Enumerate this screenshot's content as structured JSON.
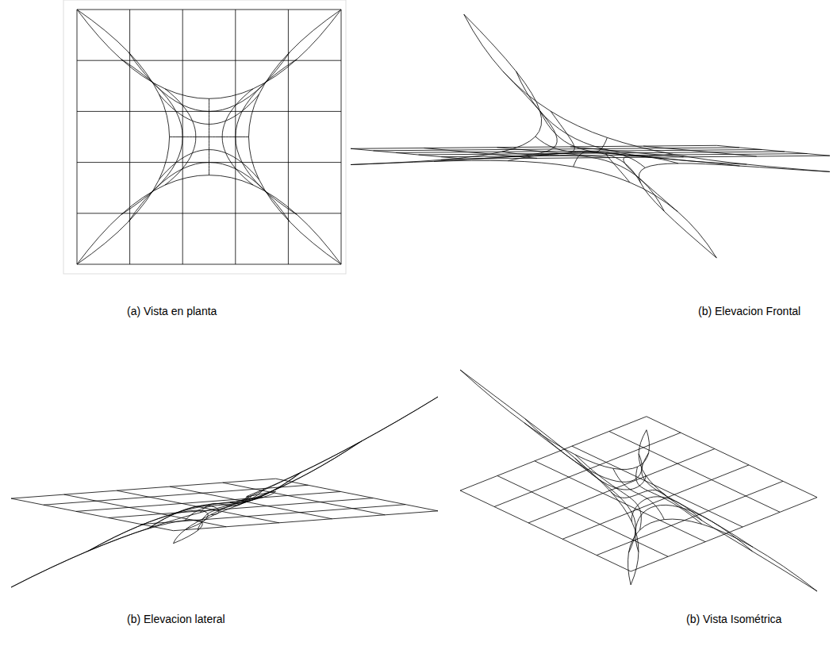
{
  "diagram": {
    "labels": [
      "(a) Vista en planta",
      "(b) Elevacion Frontal",
      "(b) Elevacion lateral",
      "(b) Vista Isométrica"
    ]
  }
}
